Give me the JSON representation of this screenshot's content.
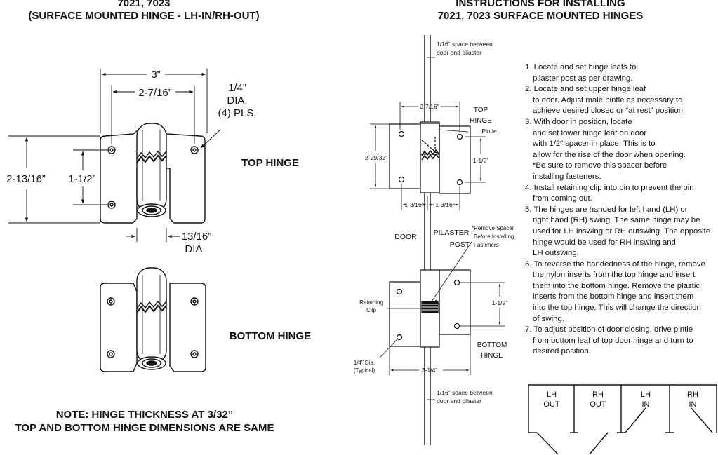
{
  "left_header": {
    "line1": "7021, 7023",
    "line2": "(SURFACE MOUNTED HINGE - LH-IN/RH-OUT)"
  },
  "right_header": {
    "line1": "INSTRUCTIONS FOR INSTALLING",
    "line2": "7021, 7023 SURFACE MOUNTED HINGES"
  },
  "left_diagram": {
    "dim_width": "3”",
    "dim_hole_span": "2-7/16”",
    "dim_hole_dia": [
      "1/4”",
      "DIA.",
      "(4) PLS."
    ],
    "dim_height": "2-13/16”",
    "dim_hole_vertical": "1-1/2”",
    "dim_pin_dia": [
      "13/16”",
      "DIA."
    ],
    "top_hinge_label": "TOP HINGE",
    "bottom_hinge_label": "BOTTOM HINGE"
  },
  "note": {
    "line1": "NOTE: HINGE THICKNESS AT 3/32”",
    "line2": "TOP AND BOTTOM HINGE DIMENSIONS ARE SAME"
  },
  "install_diagram": {
    "top_space_note": [
      "1/16” space between",
      "door and pilaster"
    ],
    "bottom_space_note": [
      "1/16” space between",
      "door and pilaster"
    ],
    "dim_top_width": "2-7/16”",
    "top_hinge_label": [
      "TOP",
      "HINGE"
    ],
    "pintle_label": "Pintle",
    "dim_height": "2-29/32”",
    "dim_right_vertical_top": "1-1/2”",
    "dim_left_offset": "1-3/16”",
    "dim_right_offset": "1-3/16”",
    "door_label": "DOOR",
    "pilaster_label": [
      "PILASTER",
      "POST"
    ],
    "spacer_note": [
      "*Remove Spacer",
      "Before Installing",
      "Fasteners"
    ],
    "retaining_clip_label": [
      "Retaining",
      "Clip"
    ],
    "dim_right_vertical_bottom": "1-1/2”",
    "bottom_hinge_label": [
      "BOTTOM",
      "HINGE"
    ],
    "dia_note": [
      "1/4” Dia.",
      "(Typical)"
    ],
    "dim_bottom_width": "3-1/4”"
  },
  "steps": [
    {
      "num": "1.",
      "lines": [
        "Locate and set hinge leafs to",
        "pilaster post as per drawing."
      ]
    },
    {
      "num": "2.",
      "lines": [
        "Locate and set upper hinge leaf",
        "to door.  Adjust male pintle as necessary to",
        "achieve desired closed or “at rest” position."
      ]
    },
    {
      "num": "3.",
      "lines": [
        "With door in position, locate",
        "and set lower hinge leaf on door",
        "with 1/2” spacer in place.  This is to",
        "allow for the rise of the door when opening.",
        "*Be sure to remove this spacer before",
        "installing fasteners."
      ]
    },
    {
      "num": "4.",
      "lines": [
        "Install retaining clip into pin to prevent the pin",
        "from coming out."
      ]
    },
    {
      "num": "5.",
      "lines": [
        "The hinges are handed for left hand (LH) or",
        "right hand (RH) swing. The same hinge may be",
        "used for LH inswing or RH outswing. The opposite",
        "hinge would be used for RH inswing and",
        "LH outswing."
      ]
    },
    {
      "num": "6.",
      "lines": [
        "To reverse the handedness of the hinge, remove",
        "the nylon inserts from the top hinge and insert",
        "them into the bottom hinge. Remove the plastic",
        "inserts from the bottom hinge and insert them",
        "into the top hinge. This will change the direction",
        "of swing."
      ]
    },
    {
      "num": "7.",
      "lines": [
        "To adjust position of door closing, drive pintle",
        "from bottom leaf of top door hinge and turn to",
        "desired position."
      ]
    }
  ],
  "swing_table": [
    {
      "top": "LH",
      "bottom": "OUT"
    },
    {
      "top": "RH",
      "bottom": "OUT"
    },
    {
      "top": "LH",
      "bottom": "IN"
    },
    {
      "top": "RH",
      "bottom": "IN"
    }
  ]
}
